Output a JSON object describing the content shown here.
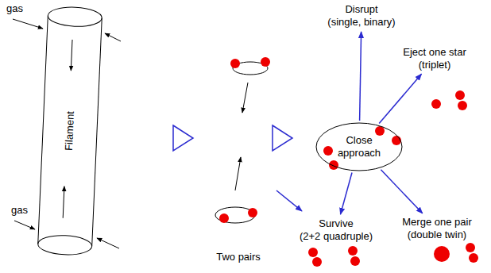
{
  "diagram": {
    "nodes": [
      {
        "text": [
          "Filament"
        ]
      },
      {
        "text": [
          "Close approach"
        ]
      },
      {
        "text": [
          "Disrupt",
          "(single, binary)"
        ]
      },
      {
        "text": [
          "Eject one star",
          "(triplet)"
        ]
      },
      {
        "text": [
          "Merge one pair",
          "(double twin)"
        ]
      },
      {
        "text": [
          "Survive",
          "(2+2 quadruple)"
        ]
      }
    ],
    "edges": [
      {
        "from": 1,
        "to": 2,
        "arrow": "to"
      },
      {
        "from": 1,
        "to": 3,
        "arrow": "to"
      },
      {
        "from": 1,
        "to": 4,
        "arrow": "to"
      },
      {
        "from": 1,
        "to": 5,
        "arrow": "to"
      }
    ],
    "labels": [
      "gas",
      "gas",
      "Two pairs"
    ]
  }
}
